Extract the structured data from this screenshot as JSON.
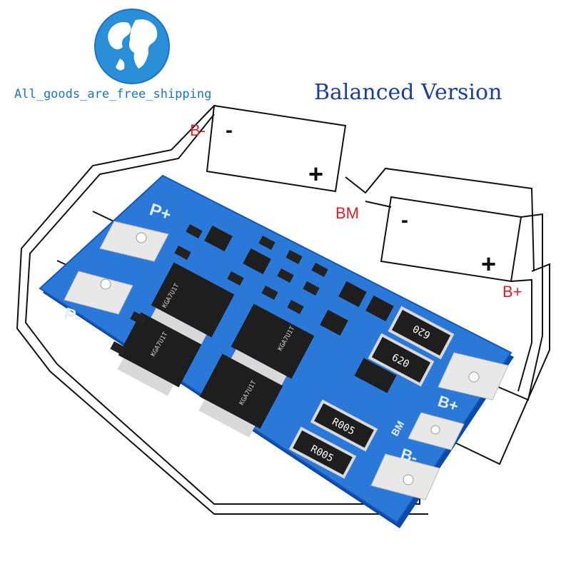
{
  "brand": {
    "logo_caption": "All_goods_are_free_shipping",
    "logo_icon": "globe-icon"
  },
  "headline": "Balanced Version",
  "wire_labels": {
    "b_minus": "B-",
    "bm": "BM",
    "b_plus": "B+"
  },
  "battery_signs": {
    "minus": "-",
    "plus": "+"
  },
  "board": {
    "pad_labels": {
      "p_plus": "P+",
      "p_minus": "P-",
      "b_plus": "B+",
      "b_minus": "B-",
      "bm": "BM"
    },
    "resistor_labels": [
      "620",
      "620",
      "R005",
      "R005"
    ],
    "mosfet_marking": "KGA7U1T",
    "colors": {
      "pcb": "#1f6fd6",
      "pcb_edge": "#0d4aa8",
      "pad": "#e8e8e8",
      "component": "#1e1e1e"
    }
  }
}
